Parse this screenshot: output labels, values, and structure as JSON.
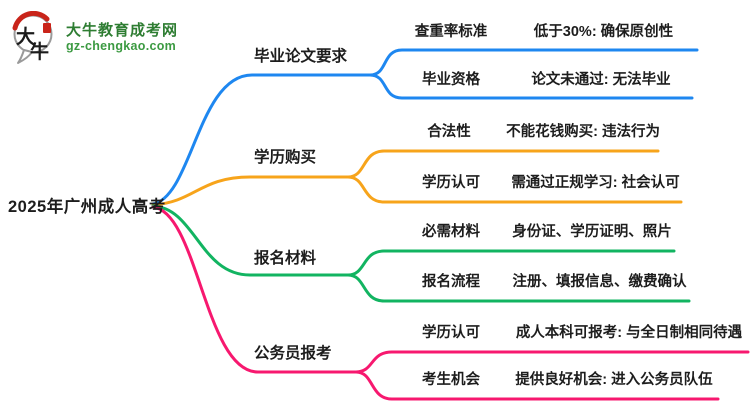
{
  "logo": {
    "icon_chars": [
      "大",
      "牛"
    ],
    "title": "大牛教育成考网",
    "domain": "gz-chengkao.com",
    "title_color": "#2e7d32",
    "domain_color": "#3c9a42",
    "seal_color": "#c9241a"
  },
  "root": {
    "label": "2025年广州成人高考"
  },
  "branches": [
    {
      "label": "毕业论文要求",
      "color": "#1E87F0",
      "children": [
        {
          "label": "查重率标准",
          "value": "低于30%: 确保原创性"
        },
        {
          "label": "毕业资格",
          "value": "论文未通过: 无法毕业"
        }
      ]
    },
    {
      "label": "学历购买",
      "color": "#F7A41B",
      "children": [
        {
          "label": "合法性",
          "value": "不能花钱购买: 违法行为"
        },
        {
          "label": "学历认可",
          "value": "需通过正规学习: 社会认可"
        }
      ]
    },
    {
      "label": "报名材料",
      "color": "#12B461",
      "children": [
        {
          "label": "必需材料",
          "value": "身份证、学历证明、照片"
        },
        {
          "label": "报名流程",
          "value": "注册、填报信息、缴费确认"
        }
      ]
    },
    {
      "label": "公务员报考",
      "color": "#F7186F",
      "children": [
        {
          "label": "学历认可",
          "value": "成人本科可报考: 与全日制相同待遇"
        },
        {
          "label": "考生机会",
          "value": "提供良好机会: 进入公务员队伍"
        }
      ]
    }
  ]
}
